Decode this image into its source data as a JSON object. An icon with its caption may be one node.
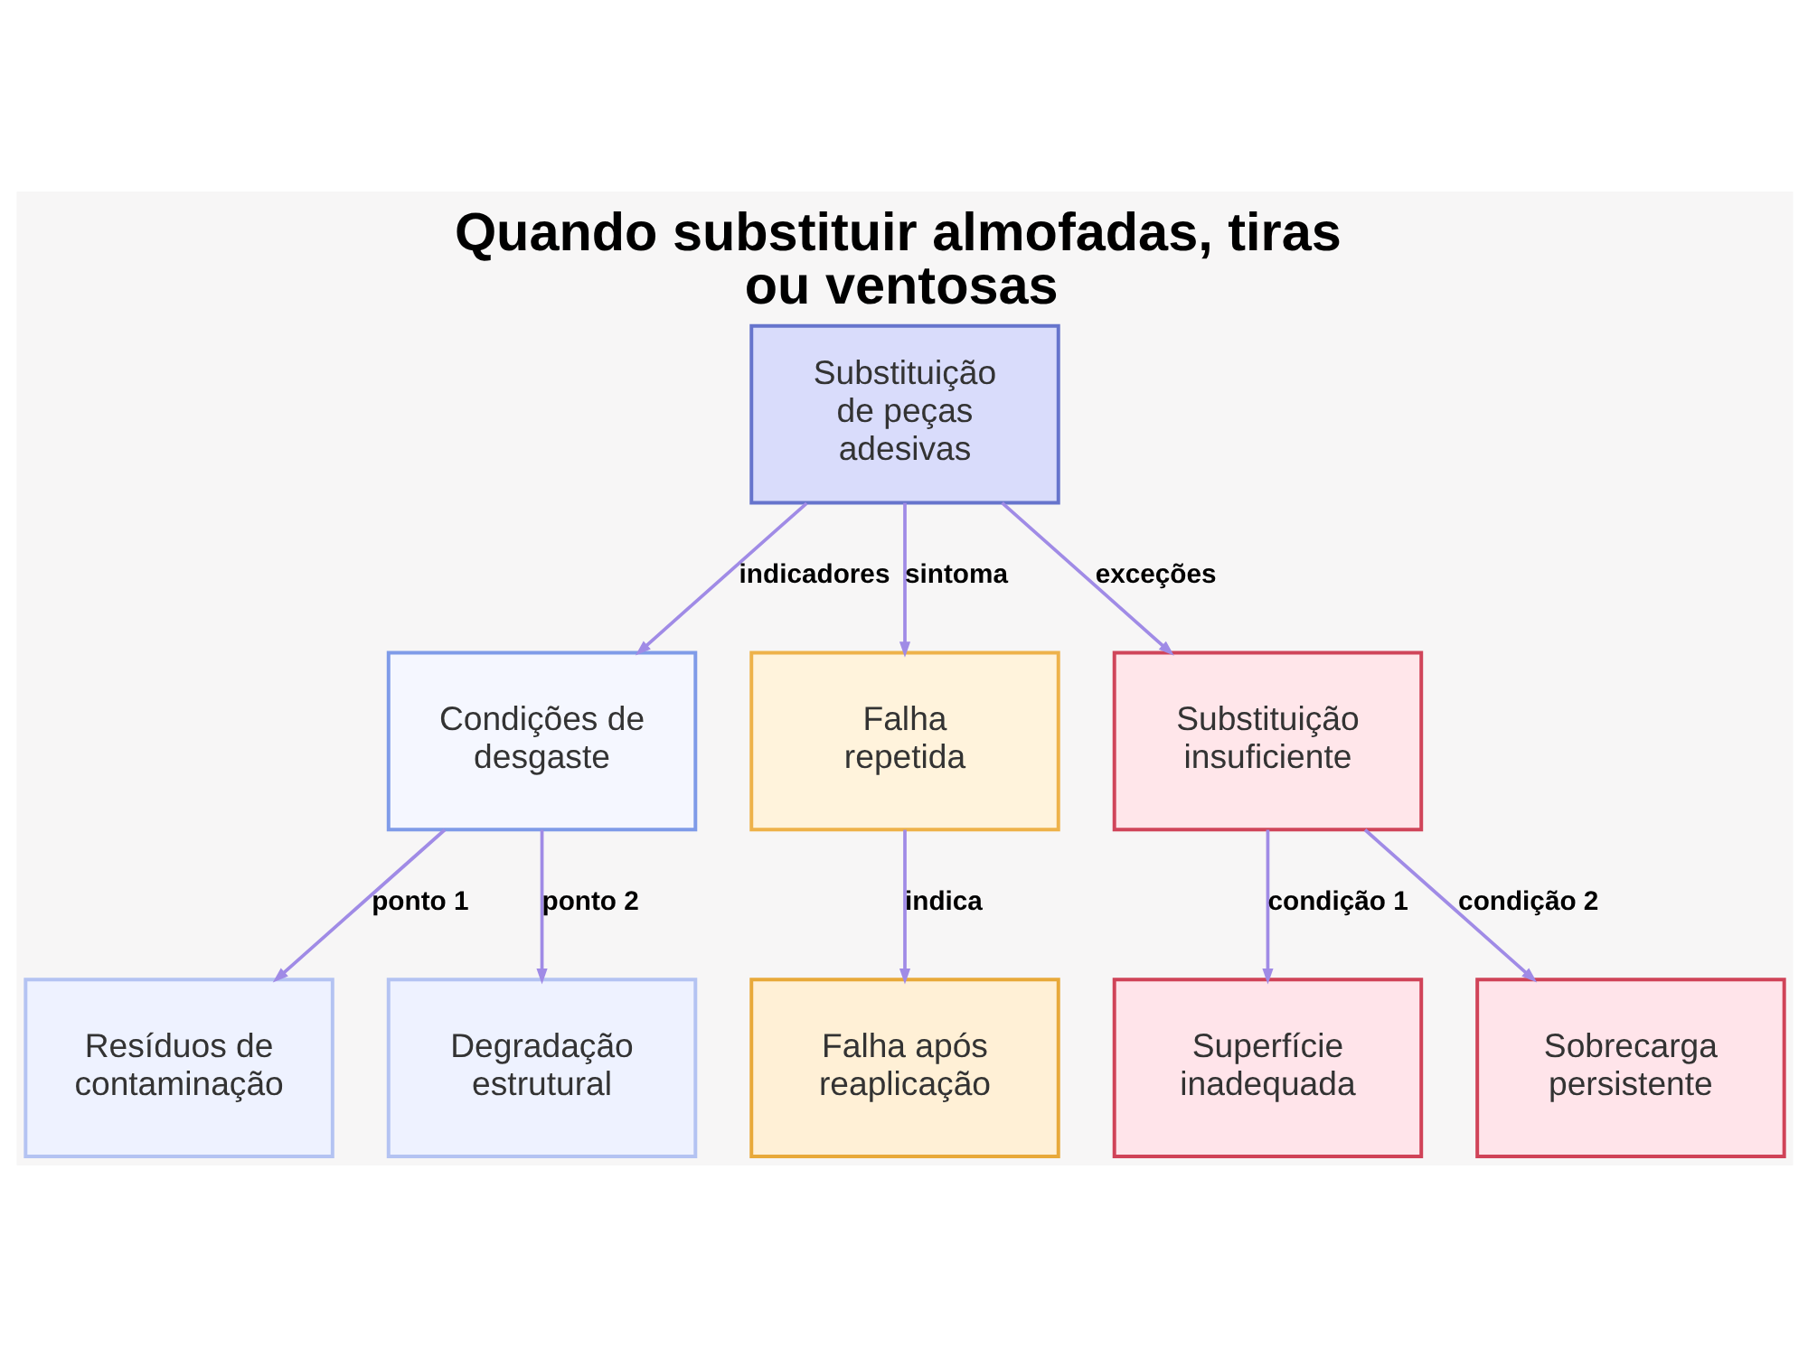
{
  "diagram": {
    "title": "Quando substituir almofadas, tiras ou ventosas",
    "nodes": [
      {
        "text": [
          "Substituição de peças adesivas"
        ]
      },
      {
        "text": [
          "Condições de desgaste"
        ]
      },
      {
        "text": [
          "Falha repetida"
        ]
      },
      {
        "text": [
          "Substituição insuficiente"
        ]
      },
      {
        "text": [
          "Resíduos de contaminação"
        ]
      },
      {
        "text": [
          "Degradação estrutural"
        ]
      },
      {
        "text": [
          "Falha após reaplicação"
        ]
      },
      {
        "text": [
          "Superfície inadequada"
        ]
      },
      {
        "text": [
          "Sobrecarga persistente"
        ]
      }
    ],
    "edges": [
      {
        "from": 0,
        "to": 1,
        "arrow": "to",
        "label": "indicadores"
      },
      {
        "from": 0,
        "to": 2,
        "arrow": "to",
        "label": "sintoma"
      },
      {
        "from": 0,
        "to": 3,
        "arrow": "to",
        "label": "exceções"
      },
      {
        "from": 1,
        "to": 4,
        "arrow": "to",
        "label": "ponto 1"
      },
      {
        "from": 1,
        "to": 5,
        "arrow": "to",
        "label": "ponto 2"
      },
      {
        "from": 2,
        "to": 6,
        "arrow": "to",
        "label": "indica"
      },
      {
        "from": 3,
        "to": 7,
        "arrow": "to",
        "label": "condição 1"
      },
      {
        "from": 3,
        "to": 8,
        "arrow": "to",
        "label": "condição 2"
      }
    ]
  }
}
